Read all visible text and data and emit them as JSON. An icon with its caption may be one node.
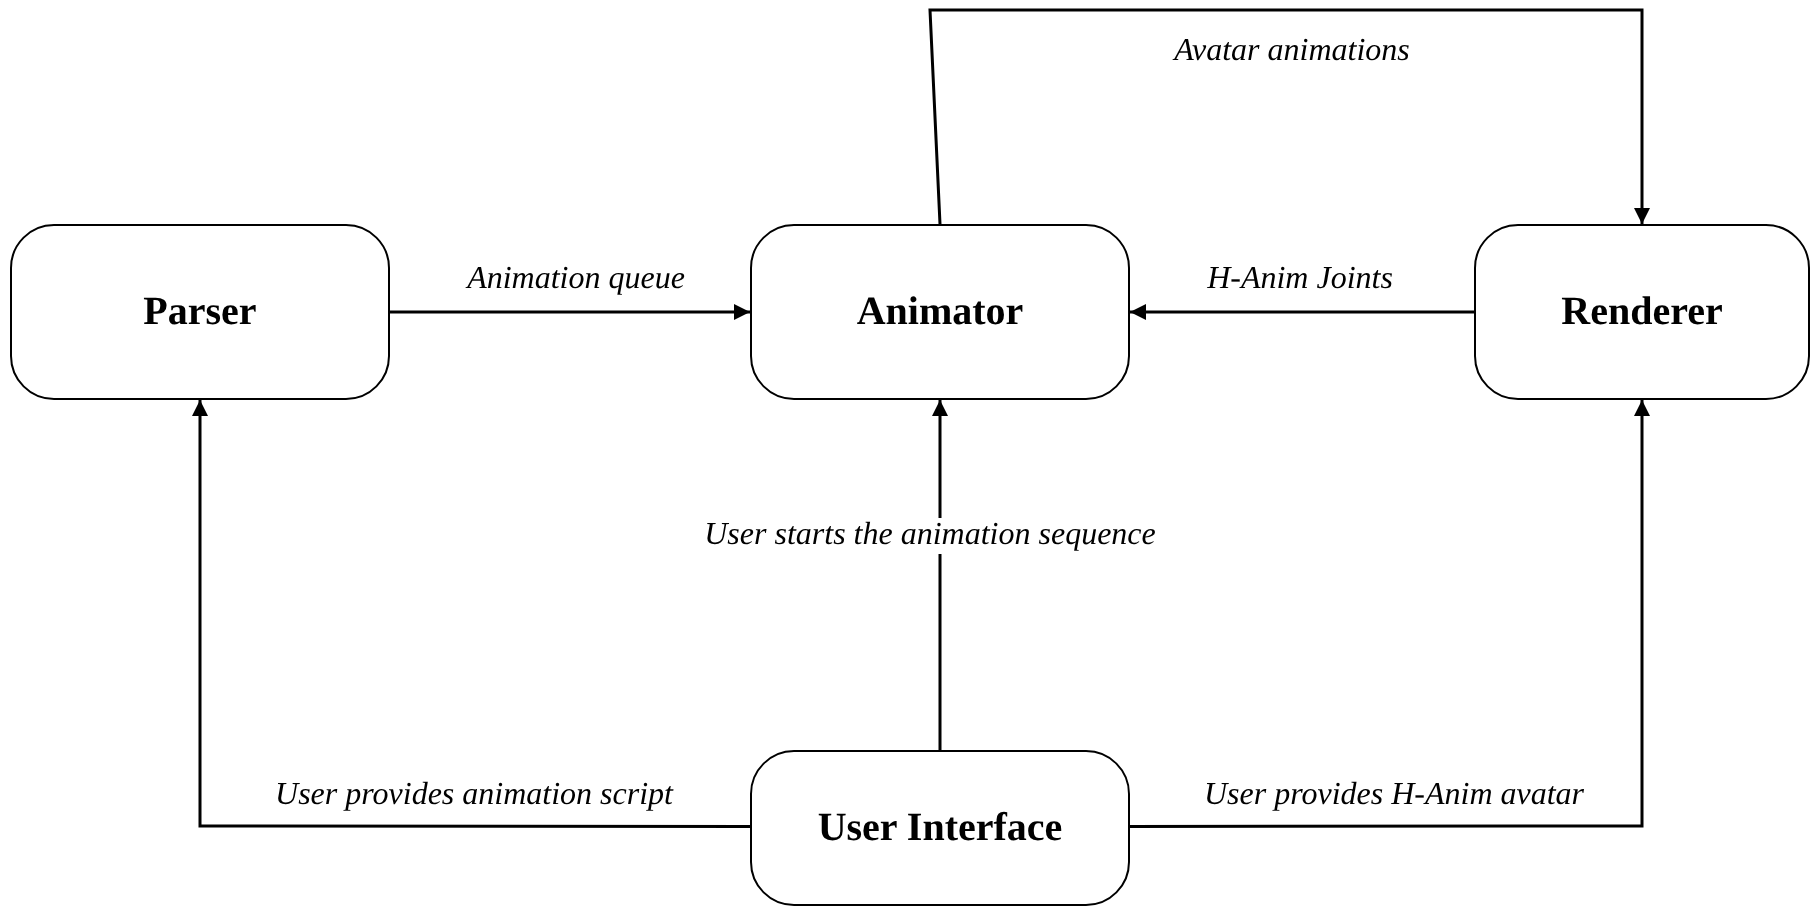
{
  "diagram": {
    "nodes": [
      {
        "text": [
          "Parser"
        ]
      },
      {
        "text": [
          "Animator"
        ]
      },
      {
        "text": [
          "Renderer"
        ]
      },
      {
        "text": [
          "User Interface"
        ]
      }
    ],
    "edges": [
      {
        "from": 0,
        "to": 1,
        "arrow": "to",
        "label": "Animation queue"
      },
      {
        "from": 2,
        "to": 1,
        "arrow": "to",
        "label": "H-Anim Joints"
      },
      {
        "from": 1,
        "to": 2,
        "arrow": "to",
        "label": "Avatar animations"
      },
      {
        "from": 3,
        "to": 1,
        "arrow": "to",
        "label": "User starts the animation sequence"
      },
      {
        "from": 3,
        "to": 0,
        "arrow": "to",
        "label": "User provides animation script"
      },
      {
        "from": 3,
        "to": 2,
        "arrow": "to",
        "label": "User provides H-Anim avatar"
      }
    ]
  }
}
